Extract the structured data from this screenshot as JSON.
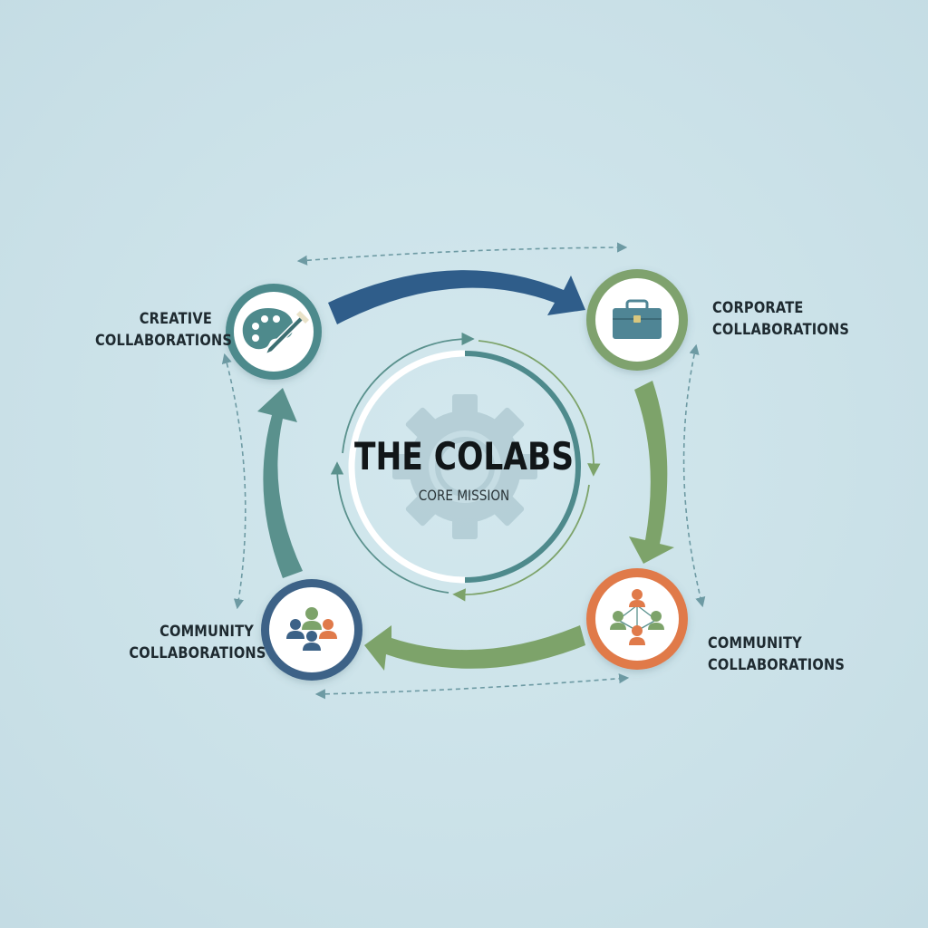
{
  "center": {
    "title": "THE COLABS",
    "subtitle": "CORE MISSION"
  },
  "nodes": {
    "creative": {
      "line1": "CREATIVE",
      "line2": "COLLABORATIONS",
      "icon": "palette-brush-icon",
      "ring_color": "#4e8a8c"
    },
    "corporate": {
      "line1": "CORPORATE",
      "line2": "COLLABORATIONS",
      "icon": "briefcase-icon",
      "ring_color": "#7fa26e"
    },
    "community_left": {
      "line1": "COMMUNITY",
      "line2": "COLLABORATIONS",
      "icon": "team-people-icon",
      "ring_color": "#3c6287"
    },
    "community_right": {
      "line1": "COMMUNITY",
      "line2": "COLLABORATIONS",
      "icon": "network-people-icon",
      "ring_color": "#e07a4a"
    }
  },
  "colors": {
    "background": "#cde3e9",
    "navy": "#2f5d8a",
    "green": "#7da36a",
    "teal": "#5a918d",
    "orange": "#e07a4a",
    "gear": "#b7d0d8"
  }
}
